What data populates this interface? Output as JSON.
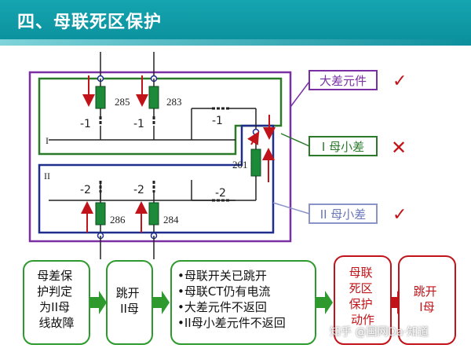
{
  "title": "四、母联死区保护",
  "bus": {
    "bus1": "I",
    "bus2": "II"
  },
  "breakers": {
    "b285": "285",
    "b283": "283",
    "b286": "286",
    "b284": "284",
    "b201": "201"
  },
  "switches": {
    "s285": "-1",
    "s283": "-1",
    "sTie1": "-1",
    "s286": "-2",
    "s284": "-2",
    "sTie2": "-2"
  },
  "legend": {
    "big_diff": "大差元件",
    "bus1_small": "I 母小差",
    "bus2_small": "II 母小差"
  },
  "marks": {
    "big_diff": "✓",
    "bus1_small": "✕",
    "bus2_small": "✓"
  },
  "flow": [
    "母差保护判定为II母线故障",
    "跳开II母",
    "•母联开关已跳开\n•母联CT仍有电流\n•大差元件不返回\n•II母小差元件不返回",
    "母联死区保护动作",
    "跳开I母"
  ],
  "watermark": "知乎 @国网Da·知道",
  "colors": {
    "header": "#0b8f9c",
    "big_diff": "#7a2fa3",
    "bus1": "#2a7a2a",
    "bus2": "#1f2d8c",
    "breaker": "#1d8a3a",
    "arrow": "#c0141a",
    "flow_green": "#2e9a2e",
    "flow_red": "#c0141a"
  }
}
